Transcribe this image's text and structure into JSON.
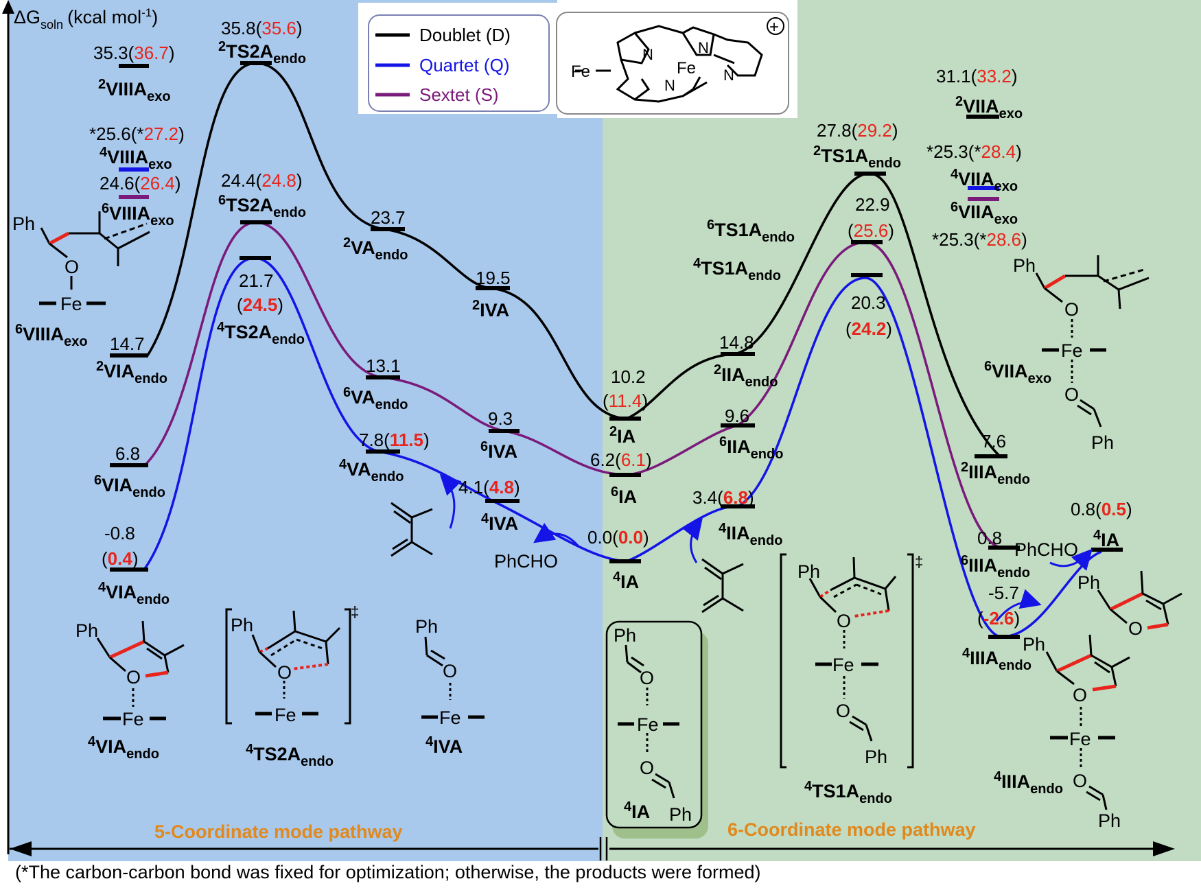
{
  "y_axis_label": "ΔG",
  "y_axis_sub": "soln",
  "y_axis_unit": "(kcal mol",
  "y_axis_unit_sup": "-1",
  "y_axis_unit_end": ")",
  "legend": {
    "items": [
      {
        "label": "Doublet (D)",
        "color": "#000000"
      },
      {
        "label": "Quartet (Q)",
        "color": "#1414e6"
      },
      {
        "label": "Sextet (S)",
        "color": "#7a1a7a"
      }
    ],
    "fe_label": "Fe",
    "charge": "+",
    "n_label": "N"
  },
  "colors": {
    "doublet": "#000000",
    "quartet": "#1414e6",
    "sextet": "#7a1a7a",
    "left_bg": "#a9c9ec",
    "right_bg": "#c1dcc3",
    "highlight_red": "#e8241c",
    "pathway_text": "#e0891e"
  },
  "pathways": {
    "left": "5-Coordinate mode pathway",
    "right": "6-Coordinate mode pathway"
  },
  "footnote": "(*The carbon-carbon bond was fixed for optimization; otherwise, the products were formed)",
  "energies": {
    "2VIIIAexo": {
      "black": "35.3(",
      "red": "36.7",
      "close": ")"
    },
    "2TS2Aendo": {
      "black": "35.8(",
      "red": "35.6",
      "close": ")"
    },
    "4VIIIAexo": {
      "pre": "*25.6(*",
      "red": "27.2",
      "close": ")"
    },
    "6VIIIAexo": {
      "black": "24.6(",
      "red": "26.4",
      "close": ")"
    },
    "6TS2Aendo": {
      "black": "24.4(",
      "red": "24.8",
      "close": ")"
    },
    "4TS2Aendo_a": "21.7",
    "4TS2Aendo_b": "24.5",
    "2VIAendo": "14.7",
    "2VAendo": "23.7",
    "2IVA": "19.5",
    "6VAendo": "13.1",
    "6IVA": "9.3",
    "4VAendo": {
      "black": "7.8(",
      "red": "11.5",
      "close": ")"
    },
    "4IVA": {
      "black": "4.1(",
      "red": "4.8",
      "close": ")"
    },
    "6VIAendo": "6.8",
    "4VIAendo_a": "-0.8",
    "4VIAendo_b": "0.4",
    "2IA_a": "10.2",
    "2IA_b": "11.4",
    "6IA": {
      "black": "6.2(",
      "red": "6.1",
      "close": ")"
    },
    "4IA": {
      "black": "0.0(",
      "red": "0.0",
      "close": ")"
    },
    "2IIAendo": "14.8",
    "6IIAendo": "9.6",
    "4IIAendo": {
      "black": "3.4(",
      "red": "6.8",
      "close": ")"
    },
    "2TS1Aendo": {
      "black": "27.8(",
      "red": "29.2",
      "close": ")"
    },
    "6TS1Aendo_a": "22.9",
    "6TS1Aendo_b": "25.6",
    "4TS1Aendo_a": "20.3",
    "4TS1Aendo_b": "24.2",
    "2VIIAexo": {
      "black": "31.1(",
      "red": "33.2",
      "close": ")"
    },
    "4VIIAexo": {
      "pre": "*25.3(*",
      "red": "28.4",
      "close": ")"
    },
    "6VIIAexo": {
      "pre": "*25.3(*",
      "red": "28.6",
      "close": ")"
    },
    "2IIIAendo": "7.6",
    "6IIIAendo": "0.8",
    "4IIIAendo_a": "-5.7",
    "4IIIAendo_b": "-2.6",
    "4IA_end": {
      "black": "0.8(",
      "red": "0.5",
      "close": ")"
    }
  },
  "labels": {
    "VIIIA": "VIIIA",
    "TS2A": "TS2A",
    "TS1A": "TS1A",
    "VIIA": "VIIA",
    "VIA": "VIA",
    "VA": "VA",
    "IVA": "IVA",
    "IIA": "IIA",
    "IIIA": "IIIA",
    "IA": "IA",
    "exo": "exo",
    "endo": "endo",
    "s2": "2",
    "s4": "4",
    "s6": "6"
  },
  "molecules": {
    "Ph": "Ph",
    "O": "O",
    "Fe": "Fe",
    "PhCHO": "PhCHO",
    "dagger": "‡"
  }
}
